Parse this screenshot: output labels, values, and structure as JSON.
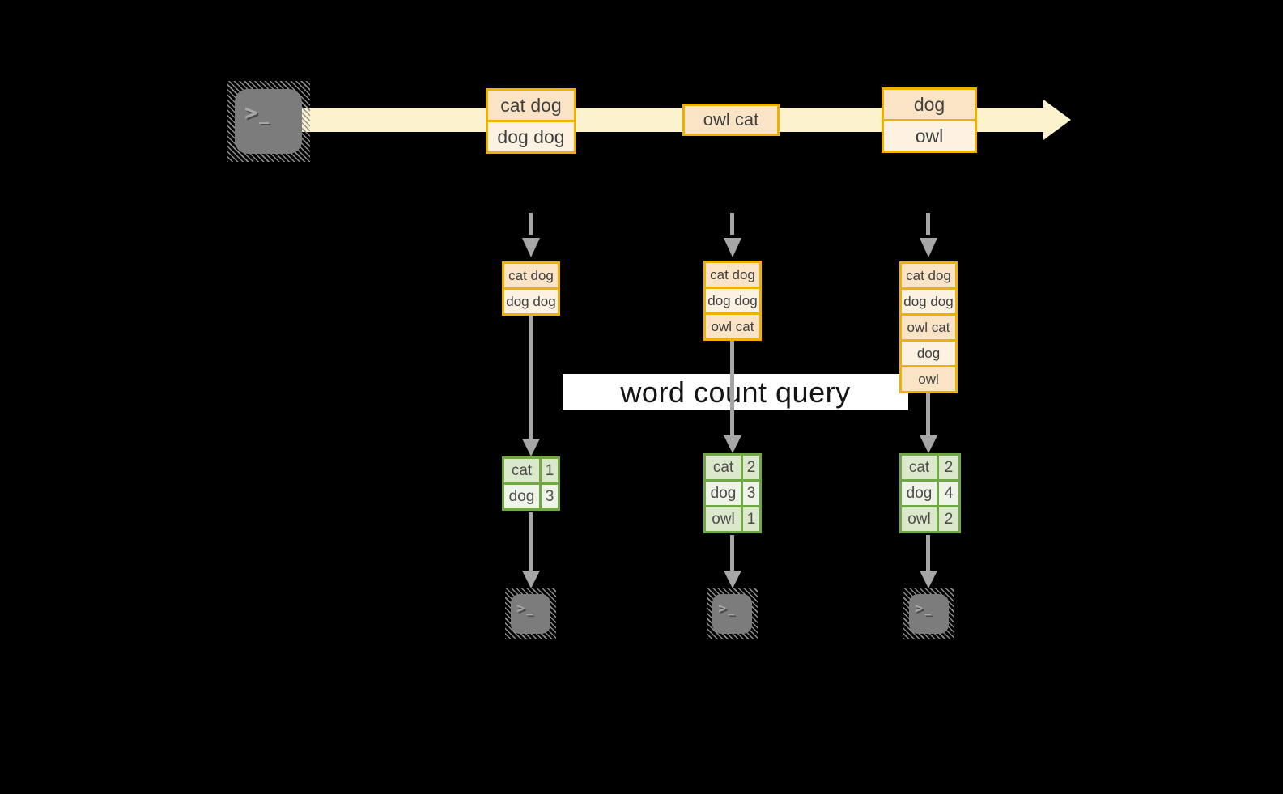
{
  "colors": {
    "gold": "#F0B000",
    "peach": "#FBE3C6",
    "cream": "#FDF2E2",
    "stream": "#FDF2CE",
    "green": "#71A846",
    "sage": "#DCE8CB",
    "mint": "#EEF4E7",
    "arrow": "#A6A6A6",
    "terminal": "#7C7C7C",
    "prompt": "#A9A9A9",
    "text": "#3F3F3F"
  },
  "terminal": {
    "prompt": ">",
    "cursor": "_"
  },
  "stream": {
    "events": [
      {
        "rows": [
          "cat dog",
          "dog dog"
        ]
      },
      {
        "rows": [
          "owl cat"
        ]
      },
      {
        "rows": [
          "dog",
          "owl"
        ]
      }
    ]
  },
  "query_label": "word count query",
  "columns": [
    {
      "buffer": [
        "cat dog",
        "dog dog"
      ],
      "counts": [
        {
          "word": "cat",
          "count": "1"
        },
        {
          "word": "dog",
          "count": "3"
        }
      ]
    },
    {
      "buffer": [
        "cat dog",
        "dog dog",
        "owl cat"
      ],
      "counts": [
        {
          "word": "cat",
          "count": "2"
        },
        {
          "word": "dog",
          "count": "3"
        },
        {
          "word": "owl",
          "count": "1"
        }
      ]
    },
    {
      "buffer": [
        "cat dog",
        "dog dog",
        "owl cat",
        "dog",
        "owl"
      ],
      "counts": [
        {
          "word": "cat",
          "count": "2"
        },
        {
          "word": "dog",
          "count": "4"
        },
        {
          "word": "owl",
          "count": "2"
        }
      ]
    }
  ]
}
